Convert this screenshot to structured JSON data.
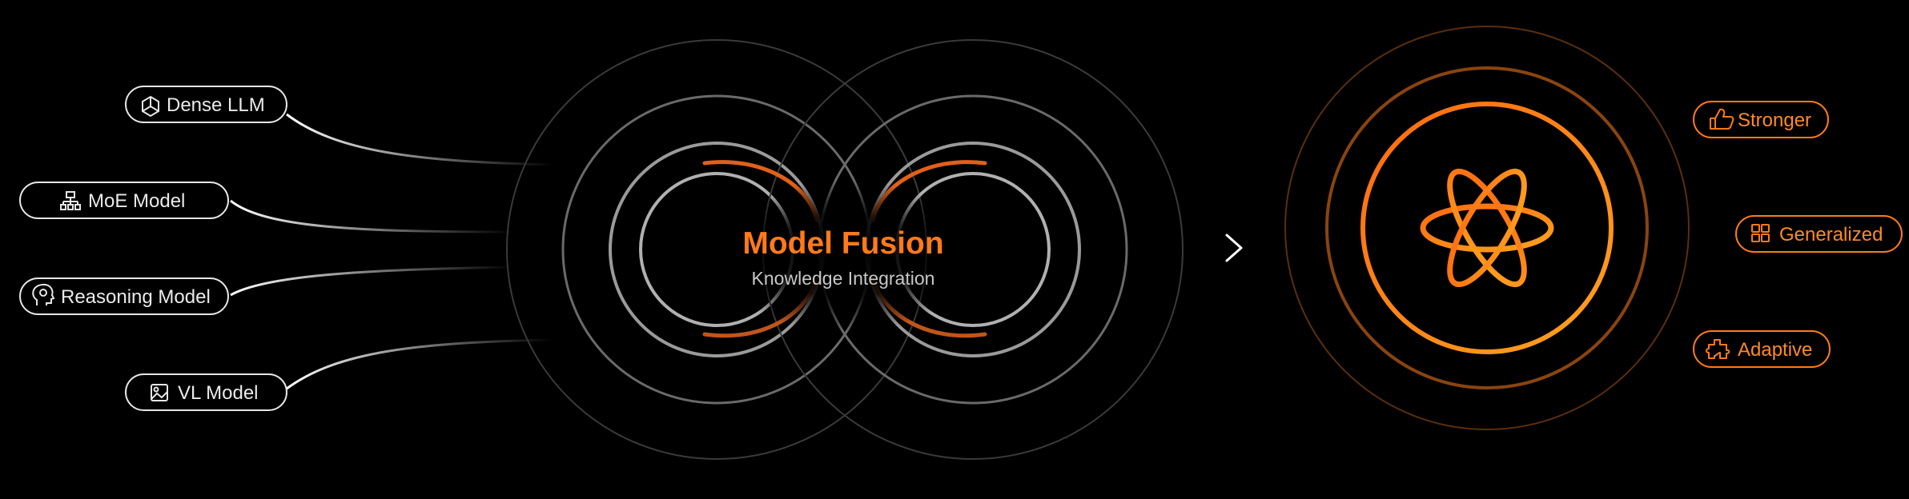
{
  "inputs": [
    {
      "label": "Dense LLM",
      "icon": "cube-network-icon"
    },
    {
      "label": "MoE Model",
      "icon": "hierarchy-icon"
    },
    {
      "label": "Reasoning Model",
      "icon": "head-brain-icon"
    },
    {
      "label": "VL Model",
      "icon": "image-icon"
    }
  ],
  "center": {
    "title": "Model Fusion",
    "subtitle": "Knowledge Integration"
  },
  "outputs": [
    {
      "label": "Stronger",
      "icon": "thumbs-up-icon"
    },
    {
      "label": "Generalized",
      "icon": "grid-icon"
    },
    {
      "label": "Adaptive",
      "icon": "puzzle-icon"
    }
  ],
  "colors": {
    "background": "#000000",
    "accent_orange": "#FF7A1A",
    "accent_amber": "#FF9A1F",
    "pill_border_light": "#E6E6E6",
    "text_light": "#EAEAEA"
  }
}
